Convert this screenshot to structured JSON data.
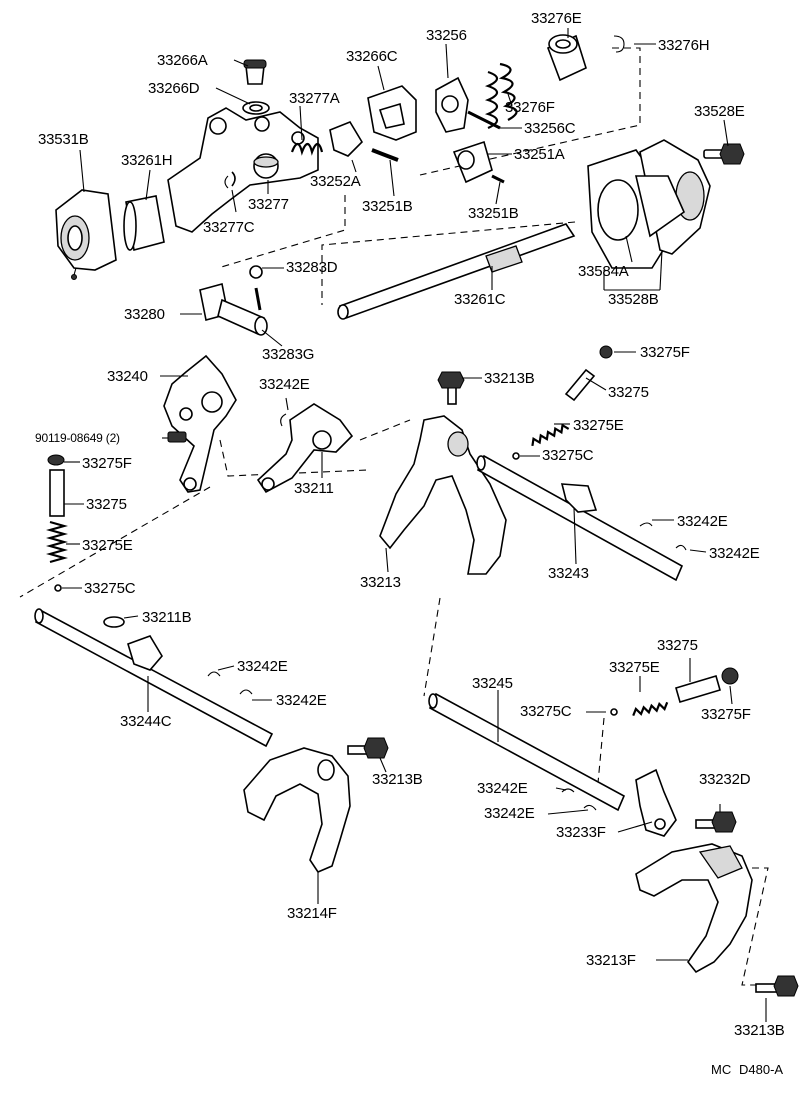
{
  "diagram": {
    "labels": {
      "p33276E": "33276E",
      "p33276H": "33276H",
      "p33266A": "33266A",
      "p33266C": "33266C",
      "p33256": "33256",
      "p33266D": "33266D",
      "p33277A": "33277A",
      "p33276F": "33276F",
      "p33256C": "33256C",
      "p33528E": "33528E",
      "p33531B": "33531B",
      "p33261H": "33261H",
      "p33251A": "33251A",
      "p33252A": "33252A",
      "p33277": "33277",
      "p33277C": "33277C",
      "p33251B_1": "33251B",
      "p33251B_2": "33251B",
      "p33283D": "33283D",
      "p33584A": "33584A",
      "p33280": "33280",
      "p33261C": "33261C",
      "p33528B": "33528B",
      "p33283G": "33283G",
      "p33275F_1": "33275F",
      "p33240": "33240",
      "p33213B_1": "33213B",
      "p33275_1": "33275",
      "p33242E_1": "33242E",
      "p33275E_1": "33275E",
      "p90119": "90119-08649 (2)",
      "p33275C_1": "33275C",
      "p33275F_2": "33275F",
      "p33211": "33211",
      "p33275_2": "33275",
      "p33242E_2": "33242E",
      "p33275E_2": "33275E",
      "p33213": "33213",
      "p33243": "33243",
      "p33242E_3": "33242E",
      "p33275C_2": "33275C",
      "p33211B": "33211B",
      "p33275_3": "33275",
      "p33242E_4": "33242E",
      "p33275E_3": "33275E",
      "p33242E_5": "33242E",
      "p33245": "33245",
      "p33275C_3": "33275C",
      "p33275F_3": "33275F",
      "p33244C": "33244C",
      "p33213B_2": "33213B",
      "p33232D": "33232D",
      "p33242E_6": "33242E",
      "p33242E_7": "33242E",
      "p33233F": "33233F",
      "p33214F": "33214F",
      "p33213F": "33213F",
      "p33213B_3": "33213B"
    },
    "footer": {
      "prefix": "MC",
      "code": "D480-A"
    }
  }
}
